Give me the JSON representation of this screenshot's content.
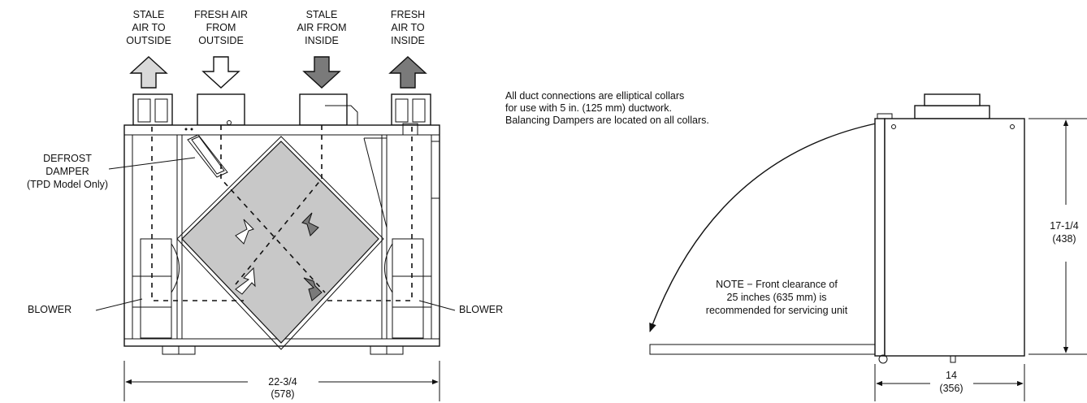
{
  "airflow_labels": {
    "stale_to_outside": [
      "STALE",
      "AIR TO",
      "OUTSIDE"
    ],
    "fresh_from_outside": [
      "FRESH AIR",
      "FROM",
      "OUTSIDE"
    ],
    "stale_from_inside": [
      "STALE",
      "AIR FROM",
      "INSIDE"
    ],
    "fresh_to_inside": [
      "FRESH",
      "AIR TO",
      "INSIDE"
    ]
  },
  "arrow_colors": {
    "stale_to_outside": "#d9d9d9",
    "fresh_from_outside": "#ffffff",
    "stale_from_inside": "#7a7a7a",
    "fresh_to_inside": "#7a7a7a",
    "core": "#c8c8c8"
  },
  "callouts": {
    "defrost_damper": [
      "DEFROST",
      "DAMPER",
      "(TPD Model Only)"
    ],
    "blower_left": "BLOWER",
    "blower_right": "BLOWER"
  },
  "front_dimensions": {
    "width_inches": "22-3/4",
    "width_mm": "(578)"
  },
  "duct_note": [
    "All duct connections are elliptical collars",
    "for use with  5 in. (125 mm) ductwork.",
    "Balancing Dampers are located on all collars."
  ],
  "clearance_note": [
    "NOTE − Front clearance of",
    "25 inches (635 mm) is",
    "recommended for servicing unit"
  ],
  "side_dimensions": {
    "height_inches": "17-1/4",
    "height_mm": "(438)",
    "depth_inches": "14",
    "depth_mm": "(356)"
  }
}
